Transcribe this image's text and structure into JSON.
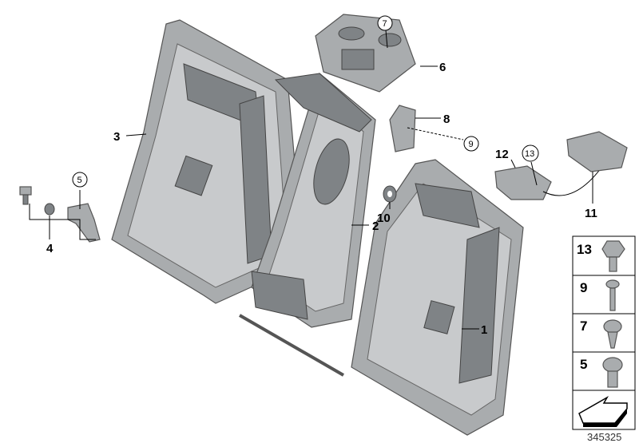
{
  "diagram": {
    "reference_number": "345325",
    "callouts": [
      {
        "id": "1",
        "label": "1",
        "circled": false
      },
      {
        "id": "2",
        "label": "2",
        "circled": false
      },
      {
        "id": "3",
        "label": "3",
        "circled": false
      },
      {
        "id": "4",
        "label": "4",
        "circled": false
      },
      {
        "id": "5",
        "label": "5",
        "circled": true
      },
      {
        "id": "6",
        "label": "6",
        "circled": false
      },
      {
        "id": "7",
        "label": "7",
        "circled": true
      },
      {
        "id": "8",
        "label": "8",
        "circled": false
      },
      {
        "id": "9",
        "label": "9",
        "circled": true
      },
      {
        "id": "10",
        "label": "10",
        "circled": false
      },
      {
        "id": "11",
        "label": "11",
        "circled": false
      },
      {
        "id": "12",
        "label": "12",
        "circled": false
      },
      {
        "id": "13",
        "label": "13",
        "circled": true
      }
    ],
    "legend_panel": [
      "13",
      "9",
      "7",
      "5"
    ],
    "legend_icon": "arrow-left-down-icon"
  }
}
